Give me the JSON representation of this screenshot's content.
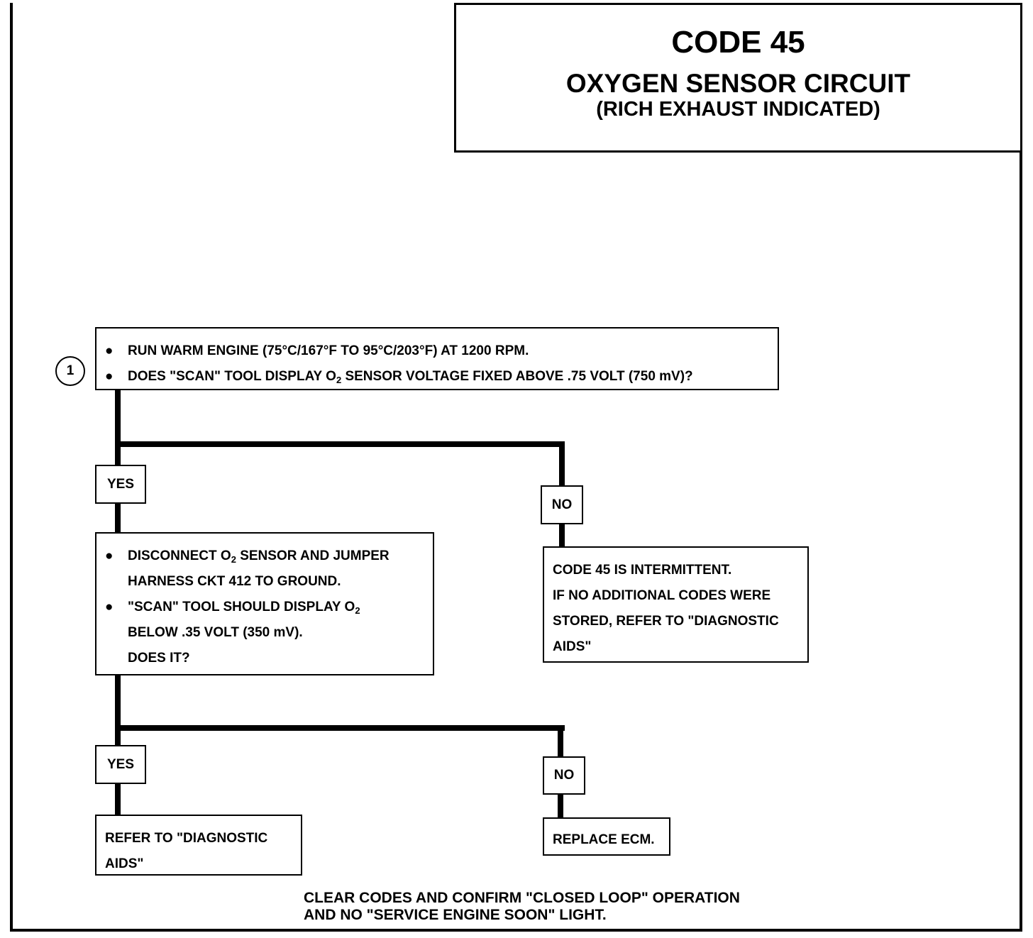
{
  "title": {
    "code": "CODE 45",
    "main": "OXYGEN SENSOR CIRCUIT",
    "sub": "(RICH EXHAUST INDICATED)"
  },
  "step_number": "1",
  "step1": {
    "bullet": "●",
    "line1": "RUN WARM ENGINE  (75°C/167°F TO 95°C/203°F) AT 1200 RPM.",
    "line2_pre": "DOES \"SCAN\" TOOL DISPLAY O",
    "line2_sub": "2",
    "line2_post": " SENSOR  VOLTAGE  FIXED ABOVE .75 VOLT  (750 mV)?"
  },
  "branch1": {
    "yes": "YES",
    "no": "NO"
  },
  "step2": {
    "bullet": "●",
    "l1_pre": "DISCONNECT O",
    "l1_sub": "2",
    "l1_post": " SENSOR AND JUMPER",
    "l2": "HARNESS CKT 412 TO GROUND.",
    "l3_pre": "\"SCAN\" TOOL SHOULD DISPLAY O",
    "l3_sub": "2",
    "l4": "BELOW .35 VOLT  (350 mV).",
    "l5": "DOES IT?"
  },
  "intermittent": {
    "l1": "CODE 45 IS INTERMITTENT.",
    "l2": "IF NO ADDITIONAL CODES WERE",
    "l3": "STORED, REFER TO  \"DIAGNOSTIC",
    "l4": "AIDS\""
  },
  "branch2": {
    "yes": "YES",
    "no": "NO"
  },
  "refer": {
    "l1": "REFER TO  \"DIAGNOSTIC",
    "l2": "AIDS\""
  },
  "replace": {
    "l1": "REPLACE ECM."
  },
  "footer": {
    "l1": "CLEAR CODES AND CONFIRM \"CLOSED LOOP\" OPERATION",
    "l2": "AND NO \"SERVICE ENGINE SOON\" LIGHT."
  }
}
